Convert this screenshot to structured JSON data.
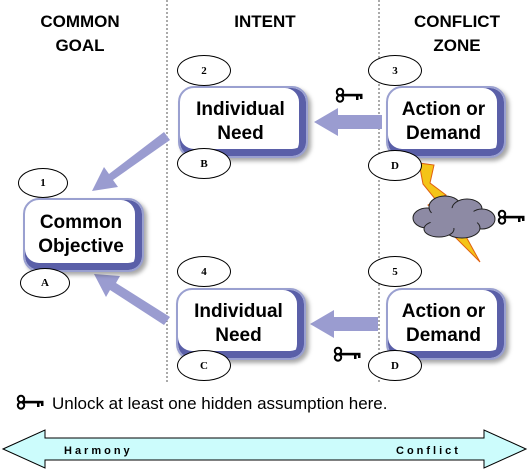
{
  "headers": {
    "common_goal": [
      "COMMON",
      "GOAL"
    ],
    "intent": [
      "INTENT"
    ],
    "conflict_zone": [
      "CONFLICT",
      "ZONE"
    ]
  },
  "boxes": {
    "common_objective": [
      "Common",
      "Objective"
    ],
    "individual_need_top": [
      "Individual",
      "Need"
    ],
    "action_demand_top": [
      "Action or",
      "Demand"
    ],
    "individual_need_bottom": [
      "Individual",
      "Need"
    ],
    "action_demand_bottom": [
      "Action or",
      "Demand"
    ]
  },
  "circles": {
    "n1": "1",
    "n2": "2",
    "n3": "3",
    "n4": "4",
    "n5": "5",
    "A": "A",
    "B": "B",
    "C": "C",
    "D_top": "D",
    "D_bottom": "D"
  },
  "footnote": "Unlock at least one hidden assumption here.",
  "band": {
    "left": "Harmony",
    "right": "Conflict"
  },
  "colors": {
    "box_border": "#9aa0d0",
    "box_shadow": "#5a5fa8",
    "arrow": "#9a9cd0",
    "band_fill": "#ccfcfc",
    "cloud": "#8d8aa4",
    "lightning": "#f4c418"
  },
  "icons": [
    "key-icon",
    "lightning-icon",
    "cloud-icon",
    "double-arrow-icon"
  ]
}
